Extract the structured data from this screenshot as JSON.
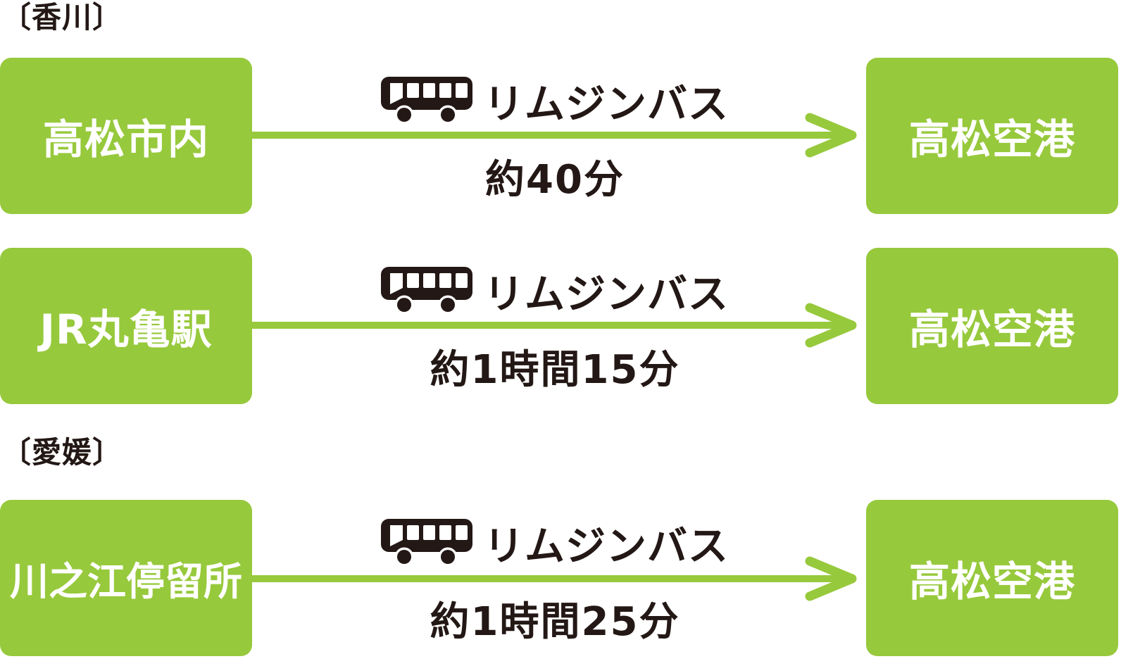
{
  "page": {
    "title": "Takamatsu Airport limousine bus access diagram",
    "background_color": "#ffffff",
    "accent_green": "#97C93C",
    "text_dark": "#231815",
    "node_text_color": "#ffffff"
  },
  "sections": [
    {
      "label": "〔香川〕",
      "routes": [
        {
          "origin": "高松市内",
          "mode": "リムジンバス",
          "mode_icon": "bus-icon",
          "duration": "約40分",
          "destination": "高松空港"
        },
        {
          "origin": "JR丸亀駅",
          "mode": "リムジンバス",
          "mode_icon": "bus-icon",
          "duration": "約1時間15分",
          "destination": "高松空港"
        }
      ]
    },
    {
      "label": "〔愛媛〕",
      "routes": [
        {
          "origin": "川之江停留所",
          "mode": "リムジンバス",
          "mode_icon": "bus-icon",
          "duration": "約1時間25分",
          "destination": "高松空港"
        }
      ]
    }
  ]
}
